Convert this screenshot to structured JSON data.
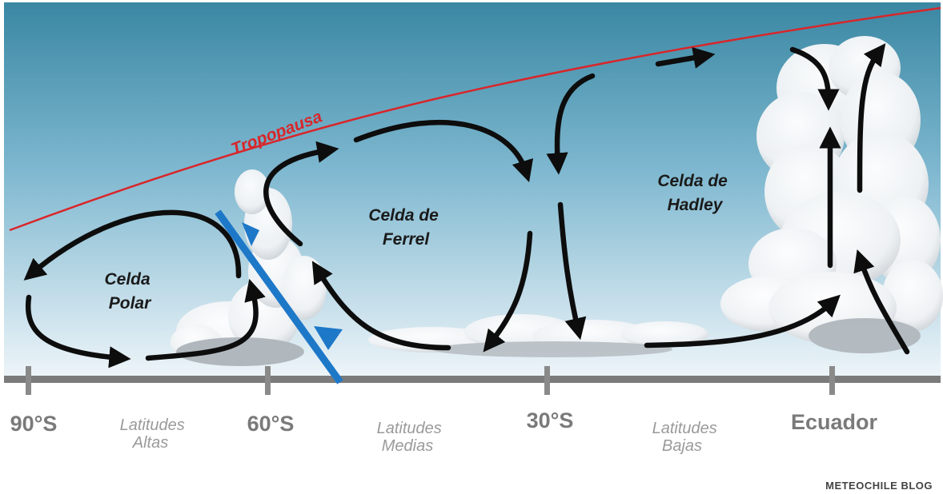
{
  "tropopause": {
    "label": "Tropopausa",
    "color": "#d8262a"
  },
  "cells": [
    {
      "line1": "Celda",
      "line2": "Polar"
    },
    {
      "line1": "Celda de",
      "line2": "Ferrel"
    },
    {
      "line1": "Celda de",
      "line2": "Hadley"
    }
  ],
  "latitudes": [
    "90°S",
    "60°S",
    "30°S",
    "Ecuador"
  ],
  "zones": [
    {
      "line1": "Latitudes",
      "line2": "Altas"
    },
    {
      "line1": "Latitudes",
      "line2": "Medias"
    },
    {
      "line1": "Latitudes",
      "line2": "Bajas"
    }
  ],
  "credit": "METEOCHILE BLOG",
  "colors": {
    "sky_top": "#3d8aa6",
    "sky_bottom": "#e9f3f8",
    "ground": "#7b7b7b",
    "front": "#1e78c8",
    "arrows": "#0d0d0d"
  }
}
